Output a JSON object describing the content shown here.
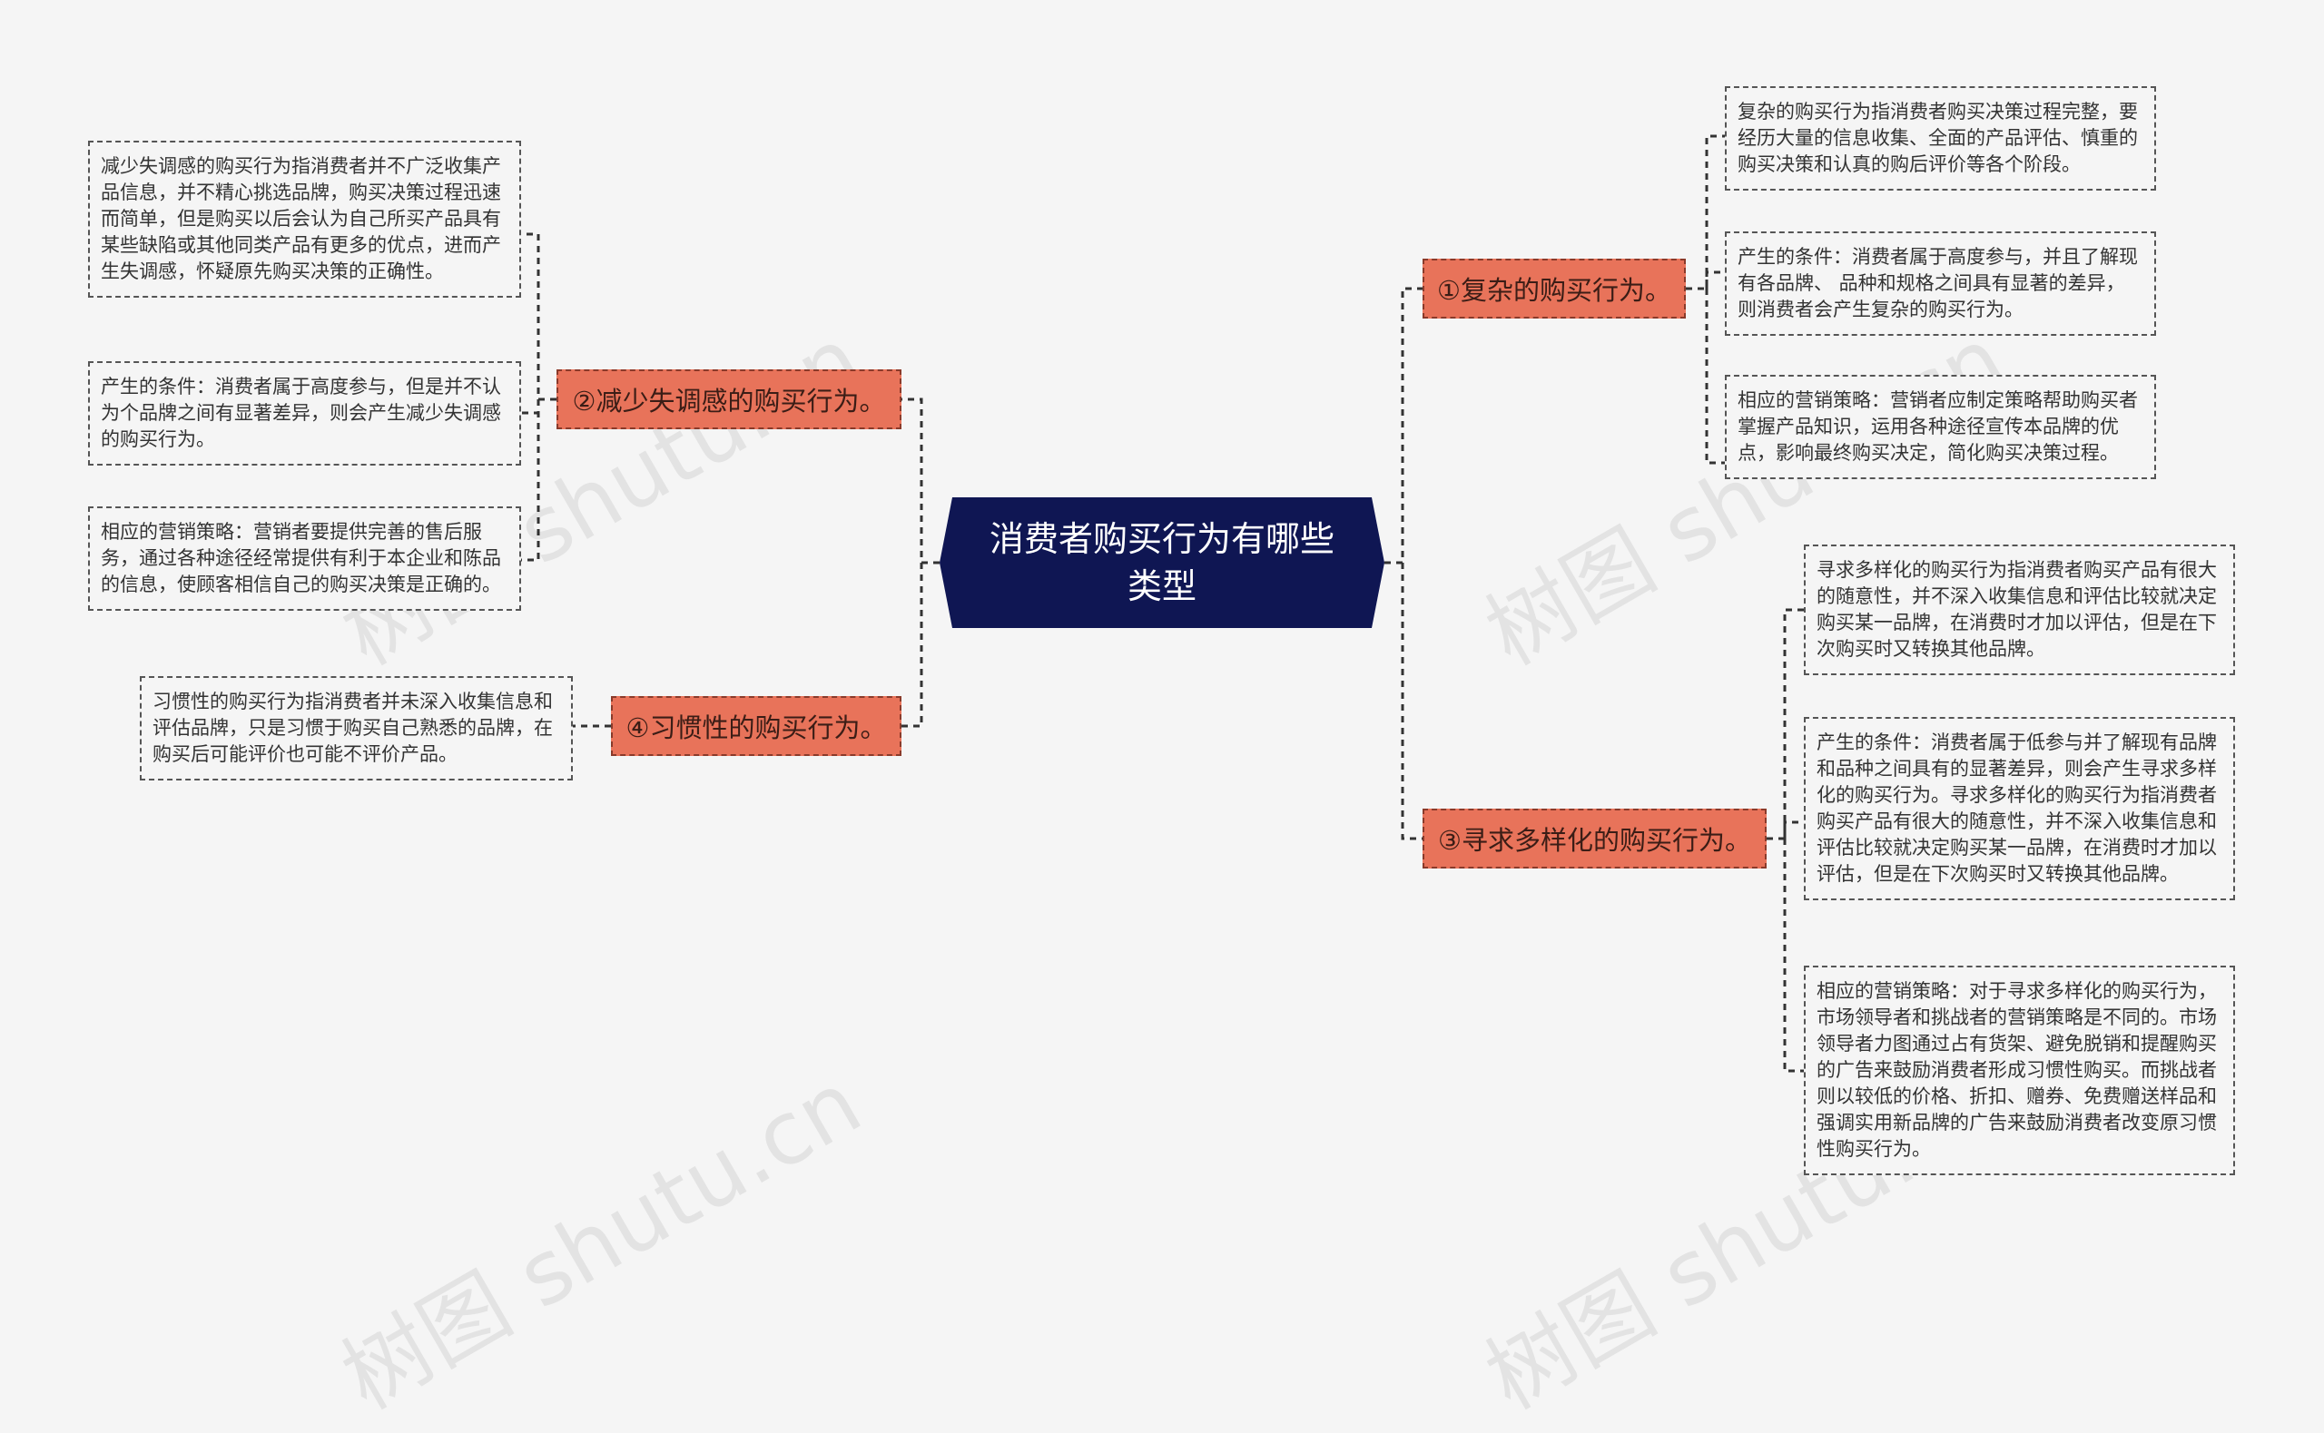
{
  "root": {
    "title": "消费者购买行为有哪些类型"
  },
  "branches": [
    {
      "label": "①复杂的购买行为。",
      "leaves": [
        "复杂的购买行为指消费者购买决策过程完整，要经历大量的信息收集、全面的产品评估、慎重的购买决策和认真的购后评价等各个阶段。",
        "产生的条件：消费者属于高度参与，并且了解现有各品牌、 品种和规格之间具有显著的差异，则消费者会产生复杂的购买行为。",
        "相应的营销策略：营销者应制定策略帮助购买者掌握产品知识，运用各种途径宣传本品牌的优点，影响最终购买决定，简化购买决策过程。"
      ]
    },
    {
      "label": "②减少失调感的购买行为。",
      "leaves": [
        "减少失调感的购买行为指消费者并不广泛收集产品信息，并不精心挑选品牌，购买决策过程迅速而简单，但是购买以后会认为自己所买产品具有某些缺陷或其他同类产品有更多的优点，进而产生失调感，怀疑原先购买决策的正确性。",
        "产生的条件：消费者属于高度参与，但是并不认为个品牌之间有显著差异，则会产生减少失调感的购买行为。",
        "相应的营销策略：营销者要提供完善的售后服务，通过各种途径经常提供有利于本企业和陈品的信息，使顾客相信自己的购买决策是正确的。"
      ]
    },
    {
      "label": "③寻求多样化的购买行为。",
      "leaves": [
        "寻求多样化的购买行为指消费者购买产品有很大的随意性，并不深入收集信息和评估比较就决定购买某一品牌，在消费时才加以评估，但是在下次购买时又转换其他品牌。",
        "产生的条件：消费者属于低参与并了解现有品牌和品种之间具有的显著差异，则会产生寻求多样化的购买行为。寻求多样化的购买行为指消费者购买产品有很大的随意性，并不深入收集信息和评估比较就决定购买某一品牌，在消费时才加以评估，但是在下次购买时又转换其他品牌。",
        "相应的营销策略：对于寻求多样化的购买行为，市场领导者和挑战者的营销策略是不同的。市场领导者力图通过占有货架、避免脱销和提醒购买的广告来鼓励消费者形成习惯性购买。而挑战者则以较低的价格、折扣、赠券、免费赠送样品和强调实用新品牌的广告来鼓励消费者改变原习惯性购买行为。"
      ]
    },
    {
      "label": "④习惯性的购买行为。",
      "leaves": [
        "习惯性的购买行为指消费者并未深入收集信息和评估品牌，只是习惯于购买自己熟悉的品牌，在购买后可能评价也可能不评价产品。"
      ]
    }
  ],
  "watermark": "树图 shutu.cn",
  "colors": {
    "root": "#0f1653",
    "branch": "#e8735a",
    "line": "#333333",
    "background": "#f5f5f5"
  }
}
